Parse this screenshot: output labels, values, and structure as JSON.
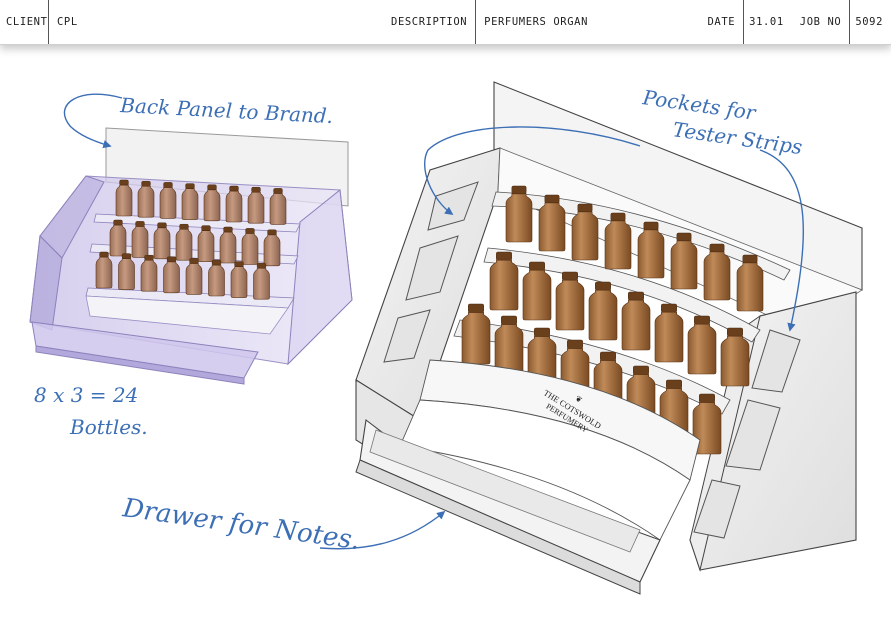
{
  "header": {
    "client_label": "CLIENT",
    "client_value": "CPL",
    "description_label": "DESCRIPTION",
    "description_value": "PERFUMERS ORGAN",
    "date_label": "DATE",
    "date_value": "31.01",
    "job_label": "JOB NO",
    "job_value": "5092"
  },
  "annotations": {
    "back_panel": "Back Panel to Brand.",
    "pockets_line1": "Pockets for",
    "pockets_line2": "Tester Strips",
    "bottles_line1": "8 x 3 = 24",
    "bottles_line2": "Bottles.",
    "drawer": "Drawer for Notes."
  },
  "brand": {
    "line1": "THE COTSWOLD",
    "line2": "PERFUMERY"
  },
  "colors": {
    "annotation_ink": "#3c6fb5",
    "bottle_amber": "#b07a4a",
    "acrylic_tint": "#d6cfee"
  }
}
